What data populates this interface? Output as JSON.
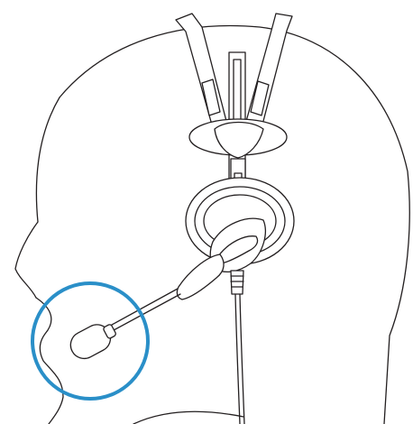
{
  "figure": {
    "subject": "headset-on-head",
    "colors": {
      "outline": "#231f20",
      "background": "#ffffff",
      "highlight_circle": "#2a8fc8"
    },
    "highlight": {
      "target": "microphone-position",
      "shape": "circle"
    }
  }
}
